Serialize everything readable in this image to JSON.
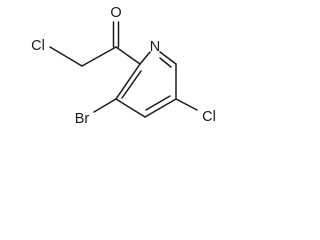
{
  "structure": {
    "bond_color": "#1a1a1a",
    "atom_labels": {
      "oxygen": "O",
      "nitrogen": "N",
      "chlorine_acyl": "Cl",
      "bromine": "Br",
      "chlorine_ring": "Cl"
    }
  }
}
